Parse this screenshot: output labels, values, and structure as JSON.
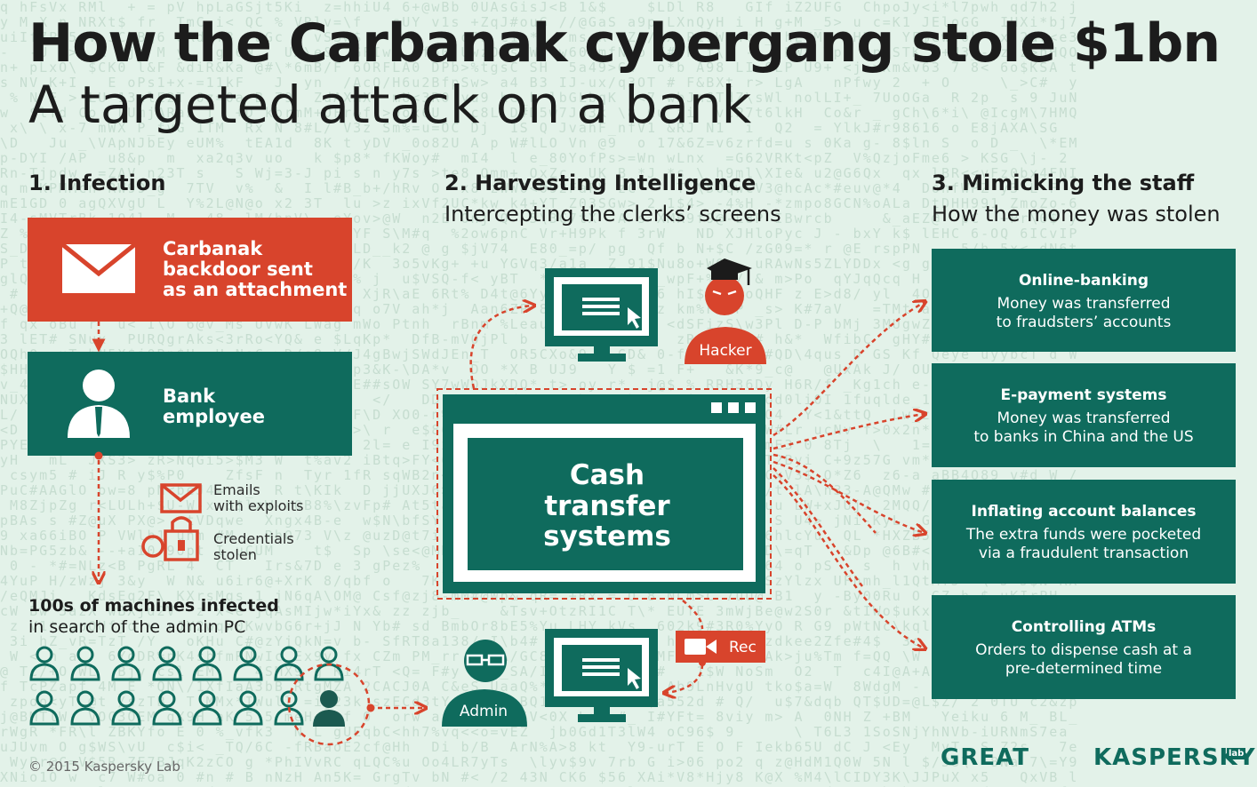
{
  "title": "How the Carbanak cybergang stole $1bn",
  "subtitle": "A targeted attack on a bank",
  "col1": {
    "heading": "1. Infection",
    "infection_box": [
      "Carbanak",
      "backdoor sent",
      "as an attachment"
    ],
    "employee_box": [
      "Bank",
      "employee"
    ],
    "emails_label": [
      "Emails",
      "with exploits"
    ],
    "credentials_label": [
      "Credentials",
      "stolen"
    ],
    "machines_title": "100s of machines infected",
    "machines_sub": "in search of the admin PC"
  },
  "col2": {
    "heading": "2. Harvesting Intelligence",
    "sub": "Intercepting the clerks’ screens",
    "hacker_label": "Hacker",
    "cash_box": [
      "Cash",
      "transfer",
      "systems"
    ],
    "rec_label": "Rec",
    "admin_label": "Admin"
  },
  "col3": {
    "heading": "3. Mimicking the staff",
    "sub": "How the money was stolen",
    "methods": [
      {
        "title": "Online-banking",
        "desc": [
          "Money was transferred",
          "to fraudsters’ accounts"
        ]
      },
      {
        "title": "E-payment systems",
        "desc": [
          "Money was transferred",
          "to banks in China and the US"
        ]
      },
      {
        "title": "Inflating account balances",
        "desc": [
          "The extra funds were pocketed",
          "via a fraudulent transaction"
        ]
      },
      {
        "title": "Controlling ATMs",
        "desc": [
          "Orders to dispense cash at a",
          "pre-determined time"
        ]
      }
    ]
  },
  "footer": {
    "copyright": "© 2015 Kaspersky Lab",
    "logo_great": "GREAT",
    "logo_kaspersky": "KASPERSKY",
    "logo_lab": "lab"
  },
  "colors": {
    "red": "#d8442c",
    "teal": "#0f6b5d",
    "background": "#e3f2e9"
  }
}
